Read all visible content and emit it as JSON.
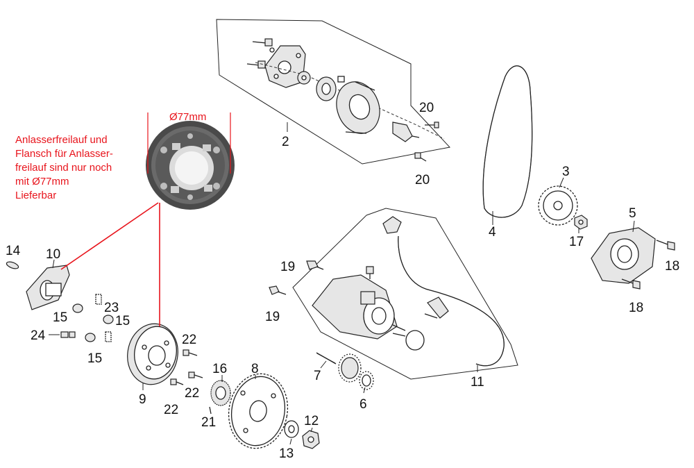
{
  "note": {
    "lines": [
      "Anlasserfreilauf und",
      "Flansch für Anlasser-",
      "freilauf sind nur noch",
      "mit Ø77mm",
      "Lieferbar"
    ],
    "color": "#e8141c"
  },
  "dimension_label": "Ø77mm",
  "part_numbers": {
    "p2": "2",
    "p3": "3",
    "p4": "4",
    "p5": "5",
    "p6": "6",
    "p7": "7",
    "p8": "8",
    "p9": "9",
    "p10": "10",
    "p11": "11",
    "p12": "12",
    "p13": "13",
    "p14": "14",
    "p15a": "15",
    "p15b": "15",
    "p15c": "15",
    "p16": "16",
    "p17": "17",
    "p18a": "18",
    "p18b": "18",
    "p19a": "19",
    "p19b": "19",
    "p20a": "20",
    "p20b": "20",
    "p21": "21",
    "p22a": "22",
    "p22b": "22",
    "p22c": "22",
    "p23": "23",
    "p24": "24"
  }
}
